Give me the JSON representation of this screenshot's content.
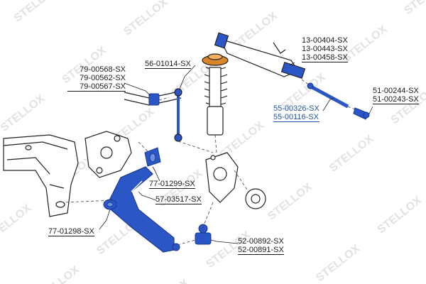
{
  "watermark": {
    "text": "STELLOX",
    "color": "#d9d9d9"
  },
  "colors": {
    "highlight": "#2a56c6",
    "outline": "#222222",
    "label": "#1a1a1a",
    "label_highlight": "#2255aa",
    "mount": "#d9852a"
  },
  "labels": {
    "stabilizer_bushing": [
      "79-00568-SX",
      "79-00562-SX",
      "79-00567-SX"
    ],
    "stabilizer_link": "56-01014-SX",
    "steering_rack": [
      "13-00404-SX",
      "13-00443-SX",
      "13-00458-SX"
    ],
    "tie_rod_end": [
      "51-00244-SX",
      "51-00243-SX"
    ],
    "tie_rod": [
      "55-00326-SX",
      "55-00116-SX"
    ],
    "arm_bushing_rear": "77-01299-SX",
    "control_arm": "57-03517-SX",
    "arm_bushing_front": "77-01298-SX",
    "ball_joint": [
      "52-00892-SX",
      "52-00891-SX"
    ]
  }
}
